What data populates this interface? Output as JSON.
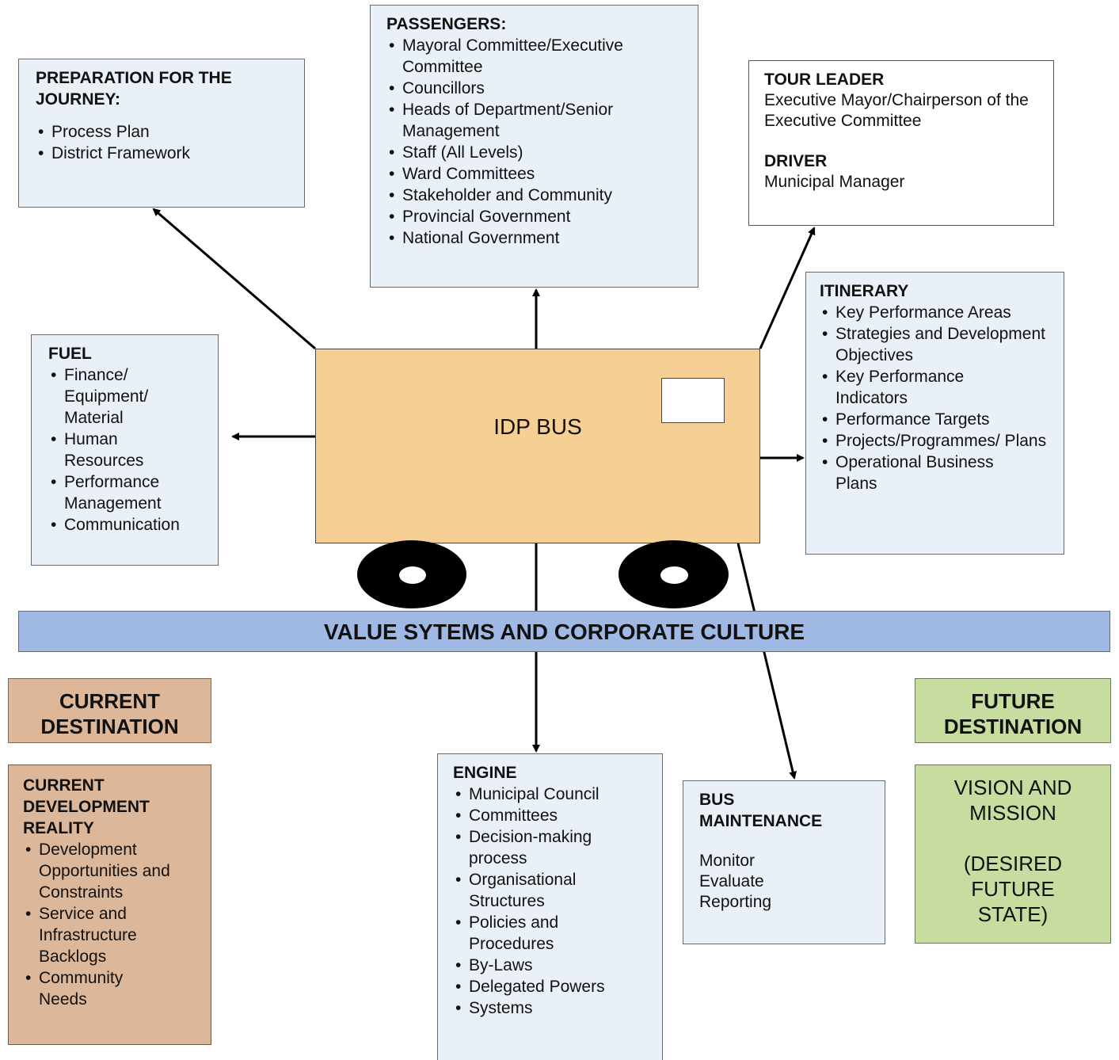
{
  "preparation": {
    "title": "PREPARATION FOR THE JOURNEY:",
    "items": [
      "Process Plan",
      "District Framework"
    ]
  },
  "passengers": {
    "title": "PASSENGERS:",
    "items": [
      "Mayoral Committee/Executive Committee",
      "Councillors",
      "Heads of Department/Senior Management",
      "Staff (All Levels)",
      "Ward Committees",
      "Stakeholder and Community",
      "Provincial Government",
      "National Government"
    ]
  },
  "tour_leader": {
    "title": "TOUR LEADER",
    "text": "Executive Mayor/Chairperson of the Executive Committee",
    "driver_title": "DRIVER",
    "driver_text": "Municipal Manager"
  },
  "fuel": {
    "title": "FUEL",
    "items": [
      "Finance/ Equipment/ Material",
      "Human Resources",
      "Performance Management",
      "Communication"
    ]
  },
  "bus": {
    "label": "IDP BUS"
  },
  "itinerary": {
    "title": "ITINERARY",
    "items": [
      "Key Performance Areas",
      "Strategies and Development Objectives",
      "Key Performance Indicators",
      "Performance Targets",
      "Projects/Programmes/ Plans",
      "Operational Business Plans"
    ]
  },
  "value_bar": {
    "label": "VALUE SYTEMS AND CORPORATE CULTURE"
  },
  "current_destination": {
    "label": "CURRENT DESTINATION"
  },
  "current_reality": {
    "title": "CURRENT DEVELOPMENT REALITY",
    "items": [
      "Development Opportunities and Constraints",
      "Service and Infrastructure Backlogs",
      "Community Needs"
    ]
  },
  "engine": {
    "title": "ENGINE",
    "items": [
      "Municipal Council",
      "Committees",
      "Decision-making process",
      "Organisational Structures",
      "Policies and Procedures",
      "By-Laws",
      "Delegated Powers",
      "Systems"
    ]
  },
  "bus_maintenance": {
    "title": "BUS MAINTENANCE",
    "items": [
      "Monitor",
      "Evaluate",
      "Reporting"
    ]
  },
  "future_destination": {
    "label": "FUTURE DESTINATION"
  },
  "vision": {
    "line1": "VISION AND MISSION",
    "line2": "(DESIRED FUTURE STATE)"
  },
  "colors": {
    "bus": "#f6cf94",
    "bar": "#9fb8e4",
    "current": "#dcb79a",
    "future": "#c8dca0",
    "box": "#e9f0f8"
  }
}
